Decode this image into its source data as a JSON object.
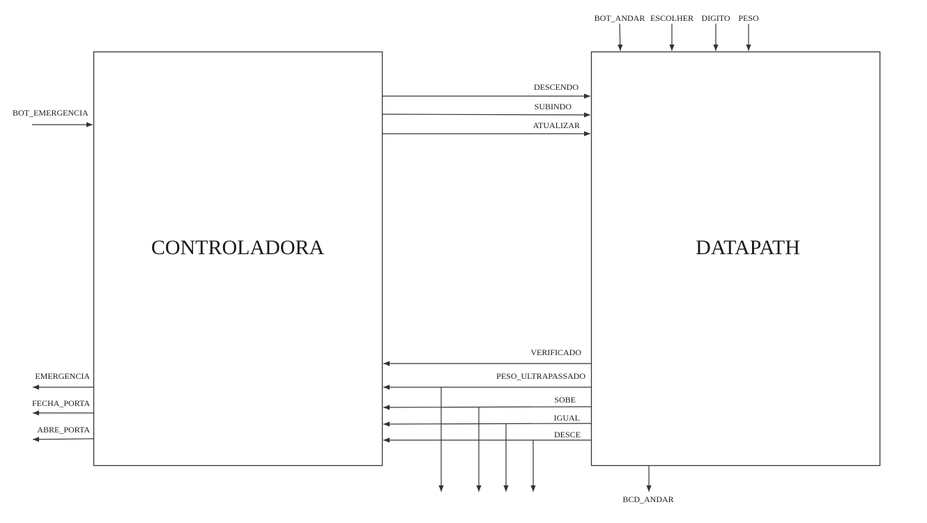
{
  "blocks": {
    "controller": "CONTROLADORA",
    "datapath": "DATAPATH"
  },
  "signals": {
    "bot_emergencia": "BOT_EMERGENCIA",
    "emergencia": "EMERGENCIA",
    "fecha_porta": "FECHA_PORTA",
    "abre_porta": "ABRE_PORTA",
    "descendo": "DESCENDO",
    "subindo": "SUBINDO",
    "atualizar": "ATUALIZAR",
    "bot_andar": "BOT_ANDAR",
    "escolher": "ESCOLHER",
    "digito": "DIGITO",
    "peso": "PESO",
    "verificado": "VERIFICADO",
    "peso_ultrapassado": "PESO_ULTRAPASSADO",
    "sobe": "SOBE",
    "igual": "IGUAL",
    "desce": "DESCE",
    "bcd_andar": "BCD_ANDAR"
  }
}
